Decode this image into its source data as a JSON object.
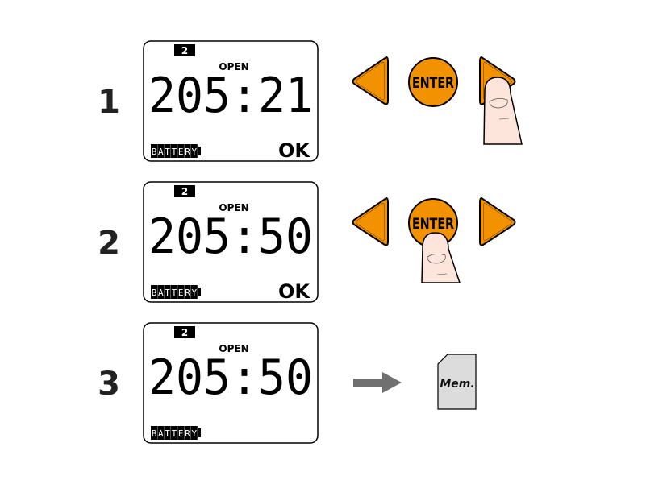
{
  "colors": {
    "button": "#f39200",
    "finger": "#fde5dc",
    "lcd_segment": "#000000",
    "arrow": "#707070",
    "memory_card": "#dcdcdc"
  },
  "steps": [
    {
      "number": "1",
      "channel": "2",
      "status": "OPEN",
      "display": "205:21",
      "battery": [
        "B",
        "A",
        "T",
        "T",
        "E",
        "R",
        "Y"
      ],
      "ok": "OK",
      "action": {
        "type": "buttons",
        "pressed": "right",
        "enter_label": "ENTER"
      }
    },
    {
      "number": "2",
      "channel": "2",
      "status": "OPEN",
      "display": "205:50",
      "battery": [
        "B",
        "A",
        "T",
        "T",
        "E",
        "R",
        "Y"
      ],
      "ok": "OK",
      "action": {
        "type": "buttons",
        "pressed": "enter",
        "enter_label": "ENTER"
      }
    },
    {
      "number": "3",
      "channel": "2",
      "status": "OPEN",
      "display": "205:50",
      "battery": [
        "B",
        "A",
        "T",
        "T",
        "E",
        "R",
        "Y"
      ],
      "ok": "",
      "action": {
        "type": "memory",
        "memory_label": "Mem."
      }
    }
  ]
}
